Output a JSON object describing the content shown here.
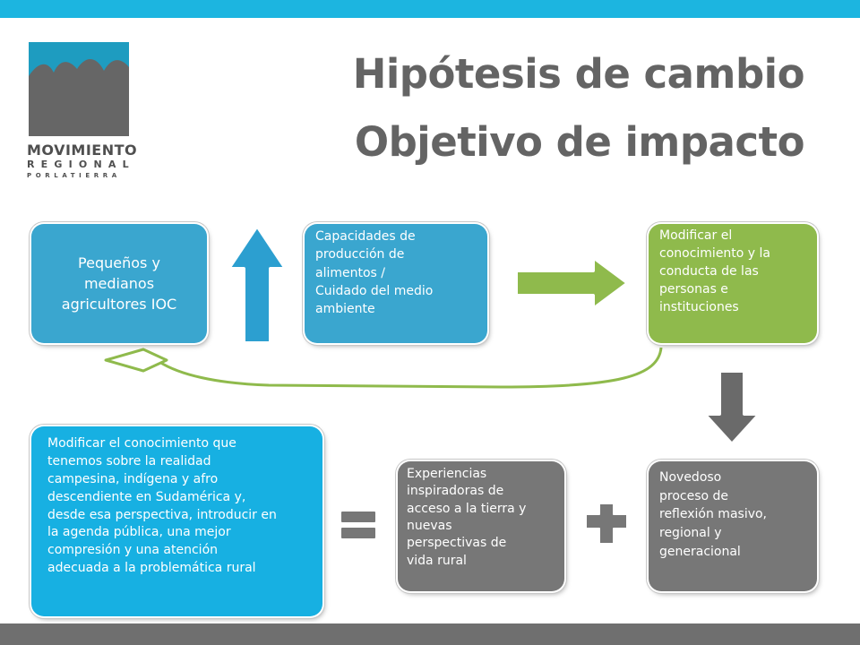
{
  "logo": {
    "line1": "MOVIMIENTO",
    "line2": "REGIONAL",
    "line3": "PORLATIERRA",
    "colors": {
      "teal": "#1e9cc0",
      "grey": "#666666"
    }
  },
  "title": {
    "line1": "Hipótesis de cambio",
    "line2": "Objetivo de impacto"
  },
  "boxes": {
    "farmers": {
      "lines": [
        "Pequeños y",
        "medianos",
        "agricultores IOC"
      ]
    },
    "capacities": {
      "lines": [
        "Capacidades de",
        "producción de",
        "alimentos /",
        "Cuidado del medio",
        "ambiente"
      ]
    },
    "knowledge": {
      "lines": [
        "Modificar el",
        "conocimiento y la",
        "conducta de las",
        "personas e",
        "instituciones"
      ]
    },
    "rural": {
      "lines": [
        "Modificar el conocimiento que",
        "tenemos sobre la realidad",
        "campesina, indígena y afro",
        "descendiente en Sudamérica y,",
        "desde esa perspectiva, introducir en",
        "la agenda pública, una mejor",
        "compresión y una atención",
        "adecuada a la problemática rural"
      ]
    },
    "experiences": {
      "lines": [
        "Experiencias",
        "inspiradoras de",
        "acceso a la tierra y",
        "nuevas",
        "perspectivas de",
        "vida rural"
      ]
    },
    "process": {
      "lines": [
        "Novedoso",
        "proceso de",
        "reflexión masivo,",
        "regional y",
        "generacional"
      ]
    }
  },
  "colors": {
    "top_bar": "#1cb5e0",
    "bottom_bar": "#6f6f6f",
    "title": "#646464",
    "box_blue": "#3aa6cf",
    "box_cyan": "#17b0e2",
    "box_green": "#8fba4c",
    "box_grey": "#777777",
    "arrow_blue": "#2c9fd0",
    "arrow_green": "#8fba4c",
    "arrow_grey": "#6a6a6a",
    "operator_grey": "#777777"
  },
  "icons": {
    "up_arrow": "up-arrow-icon",
    "right_arrow": "right-arrow-icon",
    "down_arrow": "down-arrow-icon",
    "loop_arrow": "curved-loop-arrow-icon",
    "equals": "equals-icon",
    "plus": "plus-icon"
  }
}
